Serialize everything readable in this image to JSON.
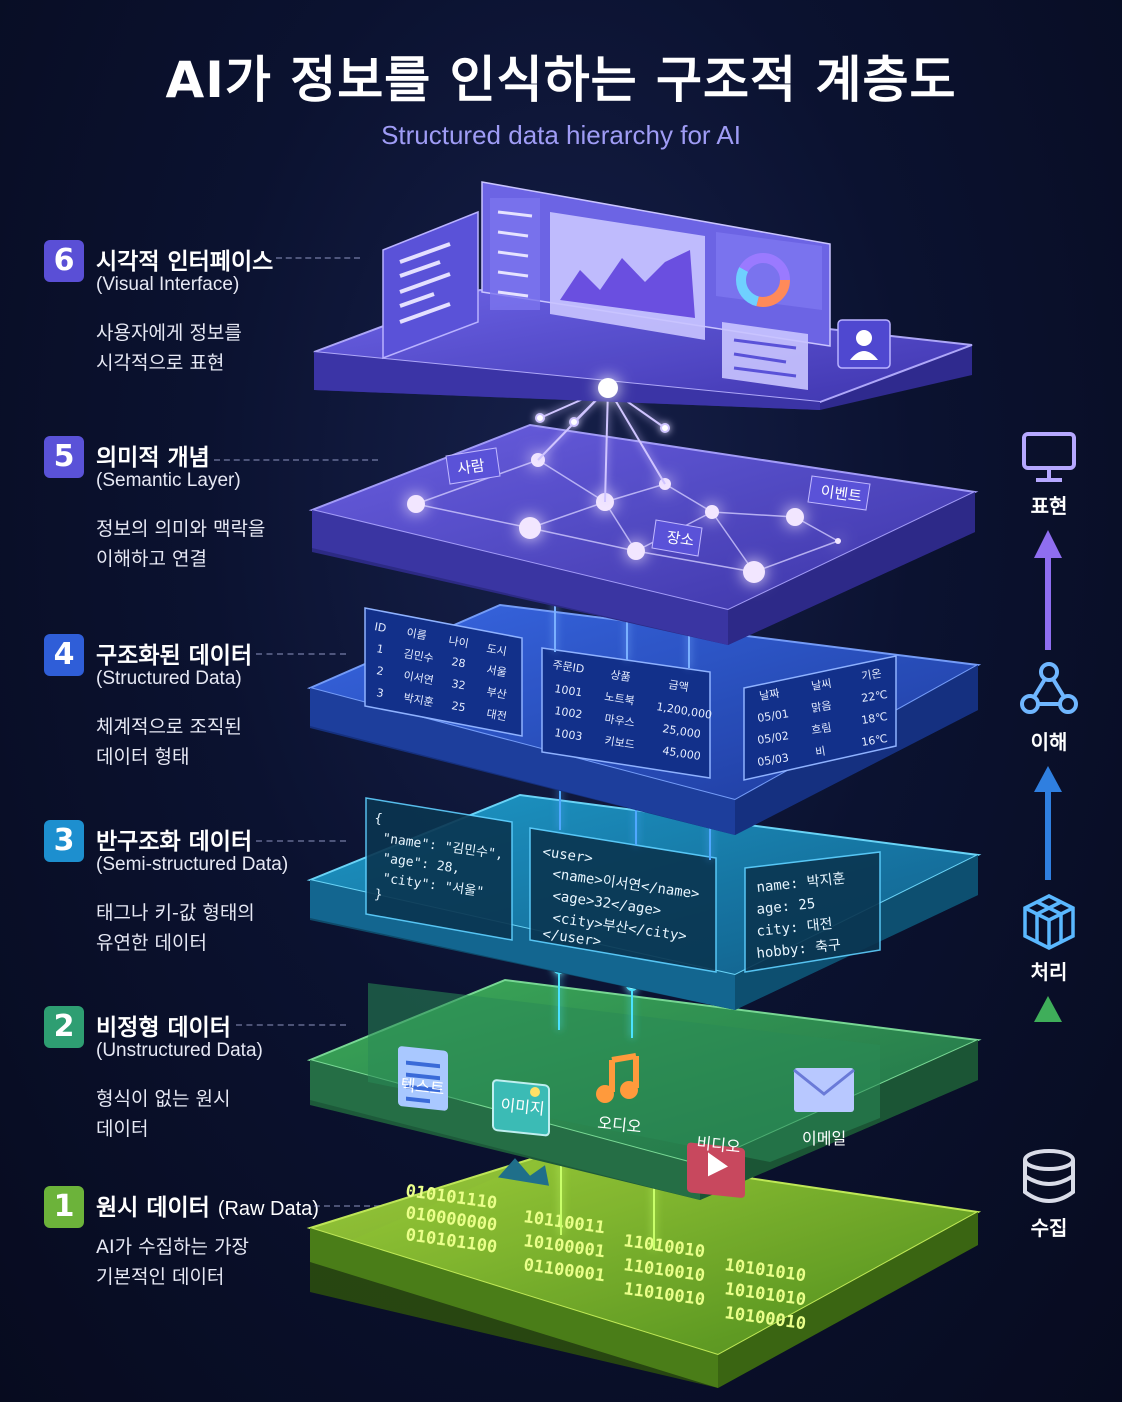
{
  "header": {
    "title": "AI가 정보를 인식하는 구조적 계층도",
    "subtitle": "Structured data hierarchy for AI"
  },
  "layers": [
    {
      "num": "6",
      "ko": "시각적 인터페이스",
      "en": "(Visual Interface)",
      "desc1": "사용자에게 정보를",
      "desc2": "시각적으로 표현",
      "color": "#5a4fd6"
    },
    {
      "num": "5",
      "ko": "의미적 개념",
      "en": "(Semantic Layer)",
      "desc1": "정보의 의미와 맥락을",
      "desc2": "이해하고 연결",
      "color": "#5a52d8"
    },
    {
      "num": "4",
      "ko": "구조화된 데이터",
      "en": "(Structured Data)",
      "desc1": "체계적으로 조직된",
      "desc2": "데이터 형태",
      "color": "#2f5ed8"
    },
    {
      "num": "3",
      "ko": "반구조화 데이터",
      "en": "(Semi-structured Data)",
      "desc1": "태그나 키-값 형태의",
      "desc2": "유연한 데이터",
      "color": "#1d8fcf"
    },
    {
      "num": "2",
      "ko": "비정형 데이터",
      "en": "(Unstructured Data)",
      "desc1": "형식이 없는 원시",
      "desc2": "데이터",
      "color": "#2e9e72"
    },
    {
      "num": "1",
      "ko": "원시 데이터",
      "en": "(Raw Data)",
      "desc1": "AI가 수집하는 가장",
      "desc2": "기본적인 데이터",
      "color": "#6cb33a"
    }
  ],
  "semantic_nodes": {
    "person": "사람",
    "event": "이벤트",
    "place": "장소"
  },
  "structured_tables": {
    "people": {
      "headers": [
        "ID",
        "이름",
        "나이",
        "도시"
      ],
      "rows": [
        [
          "1",
          "김민수",
          "28",
          "서울"
        ],
        [
          "2",
          "이서연",
          "32",
          "부산"
        ],
        [
          "3",
          "박지훈",
          "25",
          "대전"
        ]
      ]
    },
    "orders": {
      "headers": [
        "주문ID",
        "상품",
        "금액"
      ],
      "rows": [
        [
          "1001",
          "노트북",
          "1,200,000"
        ],
        [
          "1002",
          "마우스",
          "25,000"
        ],
        [
          "1003",
          "키보드",
          "45,000"
        ]
      ]
    },
    "weather": {
      "headers": [
        "날짜",
        "날씨",
        "기온"
      ],
      "rows": [
        [
          "05/01",
          "맑음",
          "22℃"
        ],
        [
          "05/02",
          "흐림",
          "18℃"
        ],
        [
          "05/03",
          "비",
          "16℃"
        ]
      ]
    }
  },
  "semi_structured": {
    "json_lines": [
      "{",
      "\"name\": \"김민수\",",
      "\"age\": 28,",
      "\"city\": \"서울\"",
      "}"
    ],
    "xml_lines": [
      "<user>",
      "<name>이서연</name>",
      "<age>32</age>",
      "<city>부산</city>",
      "</user>"
    ],
    "yaml_lines": [
      "name: 박지훈",
      "age: 25",
      "city: 대전",
      "hobby: 축구"
    ]
  },
  "unstructured_items": [
    "텍스트",
    "이미지",
    "오디오",
    "비디오",
    "이메일"
  ],
  "raw_binary": [
    [
      "010101110",
      "010000000",
      "010101100"
    ],
    [
      "10110011",
      "10100001",
      "01100001"
    ],
    [
      "11010010",
      "11010010",
      "11010010"
    ],
    [
      "10101010",
      "10101010",
      "10100010"
    ]
  ],
  "side_flow": [
    "표현",
    "이해",
    "처리",
    "수집"
  ],
  "colors": {
    "background": "#0b1230",
    "subtitle": "#9f9cf5",
    "visual": "#5d55e0",
    "semantic": "#5b55d8",
    "structured": "#2f5fd8",
    "semi": "#1f8fbf",
    "unstructured": "#37a05a",
    "raw": "#86c13a"
  }
}
